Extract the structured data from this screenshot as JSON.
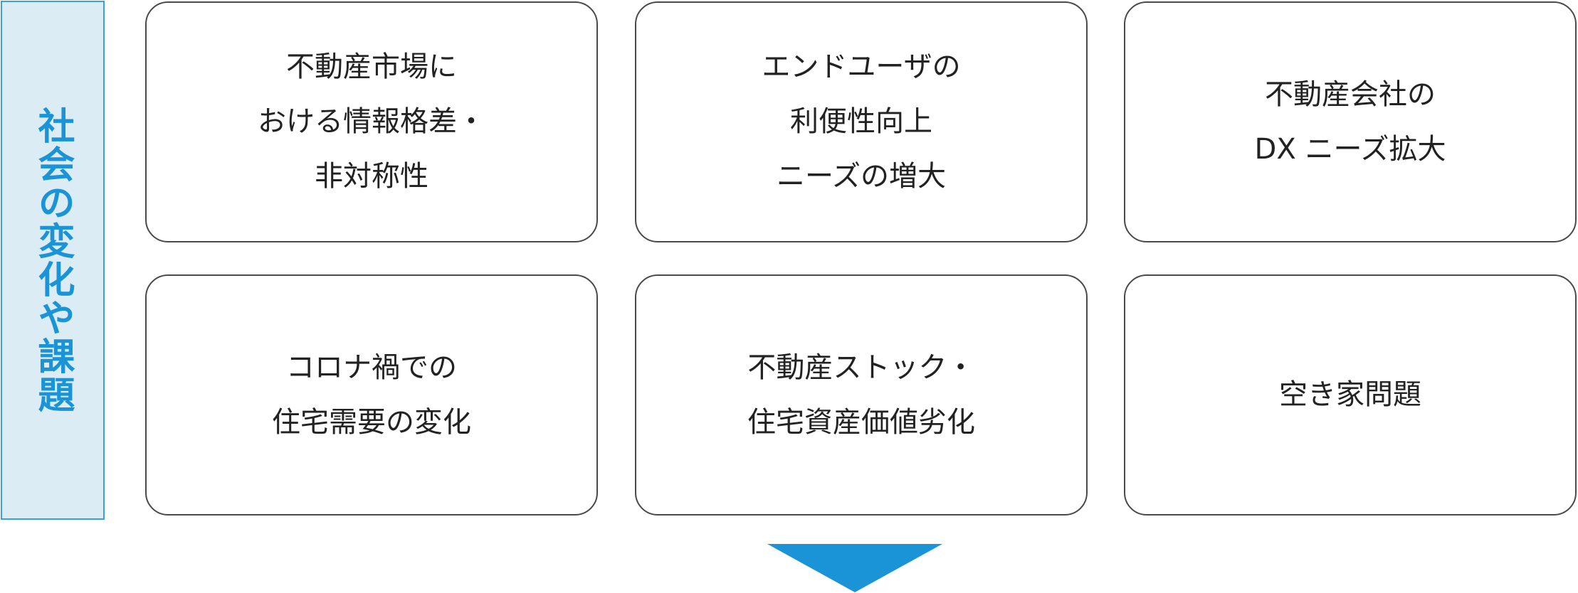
{
  "side_label": {
    "text": "社会の変化や課題",
    "accent_color": "#1a94d6",
    "background_color": "#dcecf5"
  },
  "cards": [
    {
      "lines": [
        "不動産市場に",
        "おける情報格差・",
        "非対称性"
      ]
    },
    {
      "lines": [
        "エンドユーザの",
        "利便性向上",
        "ニーズの増大"
      ]
    },
    {
      "lines": [
        "不動産会社の",
        "DX ニーズ拡大"
      ]
    },
    {
      "lines": [
        "コロナ禍での",
        "住宅需要の変化"
      ]
    },
    {
      "lines": [
        "不動産ストック・",
        "住宅資産価値劣化"
      ]
    },
    {
      "lines": [
        "空き家問題"
      ]
    }
  ],
  "arrow": {
    "icon": "down-arrow-icon",
    "color": "#1a94d6"
  }
}
